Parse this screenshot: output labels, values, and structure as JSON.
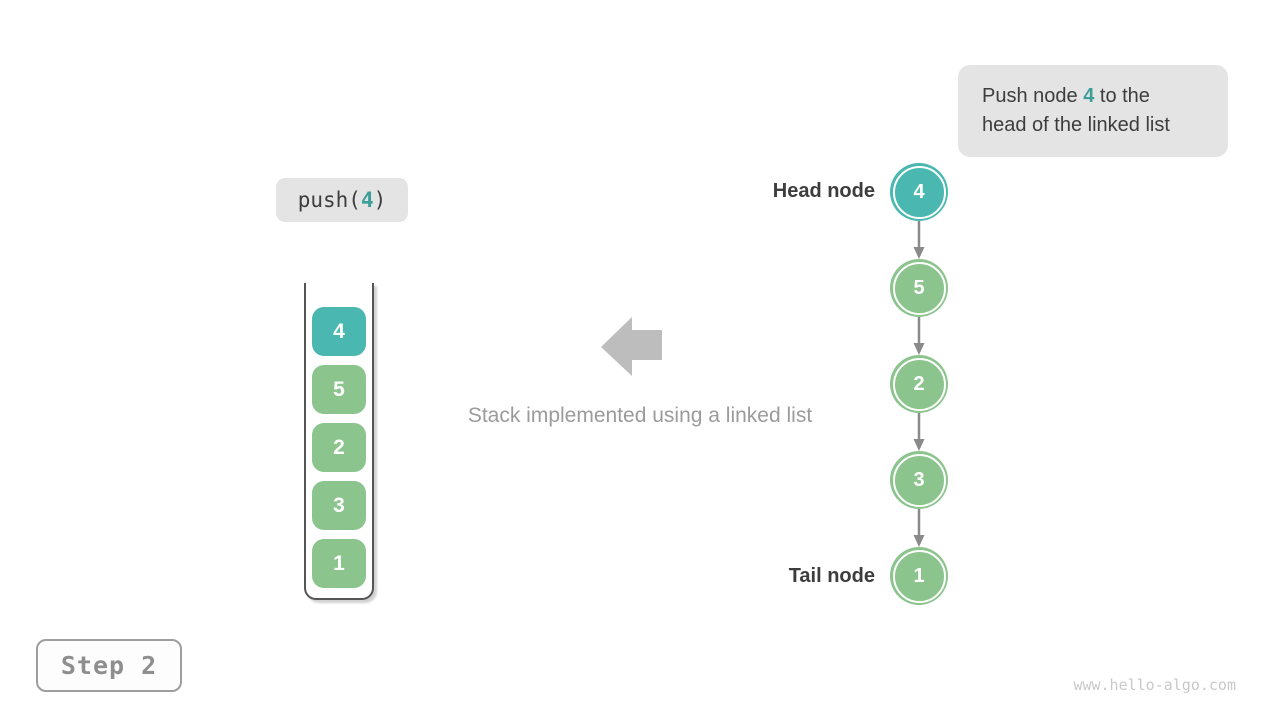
{
  "colors": {
    "teal": "#4ab8b0",
    "green": "#8bc48d",
    "highlight_text": "#3ca098",
    "node_text": "#ffffff",
    "arrow_gray": "#8a8a8a",
    "block_arrow_gray": "#bdbdbd",
    "callout_bg": "#e4e4e4",
    "dark_text": "#3d3d3d",
    "caption_gray": "#9b9b9b",
    "container_border": "#555555",
    "step_border": "#9e9e9e",
    "step_text": "#8e8e8e",
    "watermark_gray": "#c9c9c9"
  },
  "callout": {
    "line1": {
      "pre": "Push node ",
      "highlight": "4",
      "post": " to the"
    },
    "line2": "head of the linked list"
  },
  "code_label": {
    "pre": "push(",
    "highlight": "4",
    "post": ")"
  },
  "stack": {
    "items": [
      {
        "value": "4",
        "highlight": true
      },
      {
        "value": "5",
        "highlight": false
      },
      {
        "value": "2",
        "highlight": false
      },
      {
        "value": "3",
        "highlight": false
      },
      {
        "value": "1",
        "highlight": false
      }
    ]
  },
  "caption": "Stack implemented using a linked list",
  "linked_list": {
    "head_label": "Head node",
    "tail_label": "Tail node",
    "nodes": [
      {
        "value": "4",
        "highlight": true
      },
      {
        "value": "5",
        "highlight": false
      },
      {
        "value": "2",
        "highlight": false
      },
      {
        "value": "3",
        "highlight": false
      },
      {
        "value": "1",
        "highlight": false
      }
    ]
  },
  "step_badge": "Step 2",
  "watermark": "www.hello-algo.com"
}
